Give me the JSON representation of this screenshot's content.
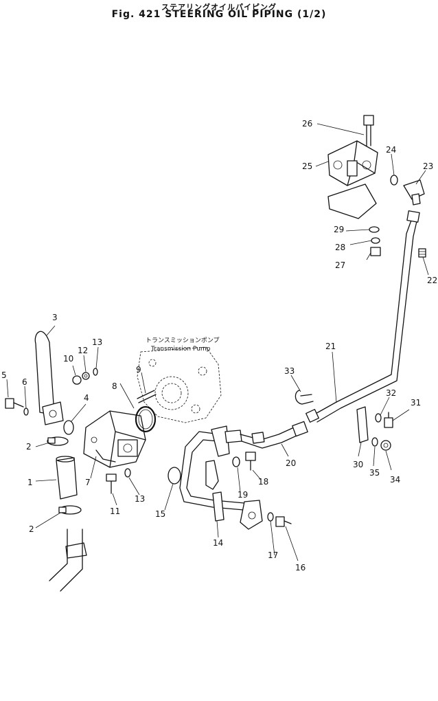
{
  "header": {
    "title_jp": "ステアリングオイルパイピング",
    "title_en": "Fig. 421  STEERING  OIL  PIPING  (1/2)"
  },
  "annotations": {
    "transmission_pump_jp": "トランスミッションポンプ",
    "transmission_pump_en": "Transmission Pump"
  },
  "callouts": {
    "p1": "1",
    "p2a": "2",
    "p2b": "2",
    "p3": "3",
    "p4": "4",
    "p5": "5",
    "p6": "6",
    "p7": "7",
    "p8": "8",
    "p9": "9",
    "p10": "10",
    "p11": "11",
    "p12": "12",
    "p13a": "13",
    "p13b": "13",
    "p14": "14",
    "p15": "15",
    "p16": "16",
    "p17": "17",
    "p18": "18",
    "p19": "19",
    "p20": "20",
    "p21": "21",
    "p22": "22",
    "p23": "23",
    "p24": "24",
    "p25": "25",
    "p26": "26",
    "p27": "27",
    "p28": "28",
    "p29": "29",
    "p30": "30",
    "p31": "31",
    "p32": "32",
    "p33": "33",
    "p34": "34",
    "p35": "35"
  }
}
